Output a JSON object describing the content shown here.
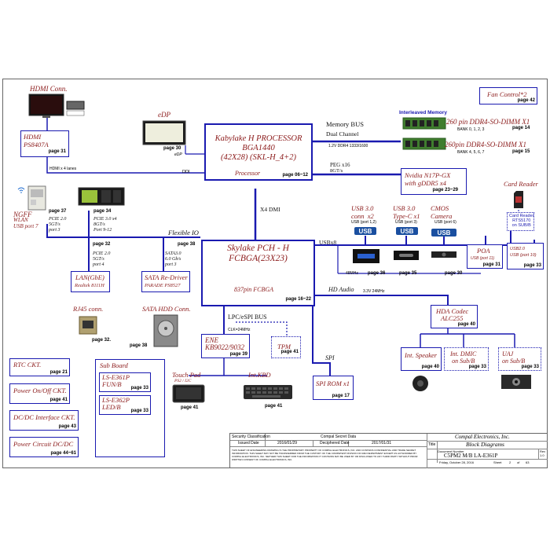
{
  "blocks": {
    "hdmi_conn": {
      "title": "HDMI Conn."
    },
    "edp": {
      "title": "eDP",
      "page": "page  30",
      "sub": "eDP"
    },
    "hdmi_ps": {
      "title": "HDMI\nPS8407A",
      "page": "page  31",
      "note": "HDMI x 4 lanes"
    },
    "cpu": {
      "title": "Kabylake H PROCESSOR",
      "line2": "BGA1440",
      "line3": "(42X28)  (SKL-H_4+2)",
      "sub": "Processor",
      "page": "page  06~12"
    },
    "ddi": {
      "label": "DDI"
    },
    "memory_bus": {
      "title": "Memory BUS",
      "sub": "Dual Channel",
      "spec": "1.2V DDR4 1333/1600"
    },
    "interleaved": {
      "label": "Interleaved  Memory"
    },
    "dimm1": {
      "title": "260 pin DDR4-SO-DIMM X1",
      "bank": "BANK 0, 1, 2, 3",
      "page": "page  14"
    },
    "dimm2": {
      "title": "260pin DDR4-SO-DIMM X1",
      "bank": "BANK 4, 5, 6, 7",
      "page": "page  15"
    },
    "fan": {
      "title": "Fan  Control*2",
      "page": "page  42"
    },
    "peg": {
      "label": "PEG  x16",
      "speed": "8GT/s"
    },
    "nvidia": {
      "title": "Nvidia  N17P-GX",
      "sub": "with gDDR5 x4",
      "page": "page  23~29"
    },
    "card_reader": {
      "title": "Card Reader"
    },
    "rts": {
      "label": "Card Reader\nRTS5170\non SUB/B"
    },
    "ngff": {
      "title": "NGFF",
      "sub": "WLAN",
      "usb": "USB port 7",
      "page": "page  37",
      "pcie": "PCIE 2.0\n5GT/s\nport 3"
    },
    "ssd": {
      "page": "page  34",
      "pcie": "PCIE 3.0 x4\n8GT/s\nPort 9-12"
    },
    "dmi": {
      "label": "X4 DMI"
    },
    "flexible": {
      "label": "Flexible IO"
    },
    "pch": {
      "title": "Skylake PCH - H",
      "line2": "FCBGA(23X23)",
      "sub": "837pin FCBGA",
      "page": "page  16~22"
    },
    "usbx8": {
      "label": "USBx8"
    },
    "usb30a": {
      "title": "USB 3.0\nconn  x2",
      "usb": "USB (port 1,2)",
      "page": "page  36",
      "speed": "48MHz"
    },
    "usbc": {
      "title": "USB 3.0\nType-C x1",
      "usb": "USB (port 3)",
      "page": "page  35"
    },
    "cmos": {
      "title": "CMOS\nCamera",
      "usb": "USB (port 6)",
      "page": "page  30"
    },
    "poa": {
      "title": "POA",
      "usb": "USB (port 11)",
      "page": "page  31"
    },
    "usb20": {
      "title": "USB2.0\nUSB (port 10)",
      "page": "page  33"
    },
    "lan": {
      "title": "LAN(GbE)",
      "sub": "Realtek  8111H",
      "pcie": "PCIE 2.0\n5GT/s\nport 4",
      "page": "page  32"
    },
    "sata_rd": {
      "title": "SATA Re-Driver",
      "sub": "PARADE  PS8527",
      "sata": "SATA3.0\n6.0 Gb/s\nport 3",
      "page": "page  38"
    },
    "rj45": {
      "title": "RJ45 conn.",
      "page": "page  32."
    },
    "sata_hdd": {
      "title": "SATA HDD Conn.",
      "page": "page  38"
    },
    "hd_audio": {
      "label": "HD Audio",
      "spec": "3.3V 24MHz"
    },
    "hda": {
      "title": "HDA Codec",
      "sub": "ALC255",
      "page": "page  40"
    },
    "lpc": {
      "label": "LPC/eSPI BUS",
      "spec": "CLK=24MHz"
    },
    "ene": {
      "title": "ENE",
      "sub": "KB9022/9032",
      "page": "page  39"
    },
    "tpm": {
      "title": "TPM",
      "page": "page  41"
    },
    "spi": {
      "label": "SPI"
    },
    "spi_rom": {
      "title": "SPI ROM x1",
      "page": "page  17"
    },
    "speaker": {
      "title": "Int. Speaker",
      "page": "page  40"
    },
    "dmic": {
      "title": "Int. DMIC\non Sub/B",
      "page": "page  33"
    },
    "uaj": {
      "title": "UAJ\non Sub/B",
      "page": "page  33"
    },
    "touchpad": {
      "title": "Touch Pad",
      "sub": "PS2 / I2C",
      "page": "page  41"
    },
    "kbd": {
      "title": "Int.KBD",
      "page": "page  41"
    },
    "rtc": {
      "title": "RTC CKT.",
      "page": "page  21"
    },
    "power": {
      "title": "Power On/Off CKT.",
      "page": "page  41"
    },
    "dcdc": {
      "title": "DC/DC Interface CKT.",
      "page": "page  43"
    },
    "pcircuit": {
      "title": "Power Circuit DC/DC",
      "page": "page  44~61"
    },
    "subboard": {
      "title": "Sub Board"
    },
    "ls361": {
      "title": "LS-E361P\nFUN/B",
      "page": "page  33"
    },
    "ls362": {
      "title": "LS-E362P\nLED/B",
      "page": "page  33"
    }
  },
  "title_block": {
    "security_label": "Security Classification",
    "security_value": "Compal Secret Data",
    "issued_label": "Issued Date",
    "issued_value": "2016/01/29",
    "deciphered_label": "Deciphered Date",
    "deciphered_value": "2017/01/31",
    "company": "Compal Electronics, Inc.",
    "title_label": "Title",
    "title_value": "Block Diagrams",
    "doc_label": "Document Number",
    "doc_value": "C5PM2 M/B LA-E361P",
    "rev_label": "Rev",
    "rev_value": "1.0",
    "date_value": "Friday, October 28, 2016",
    "sheet_label": "Sheet",
    "sheet_value": "2",
    "of_label": "of",
    "of_value": "63",
    "disclaimer": "THIS SHEET OF ENGINEERING DRAWING IS THE PROPRIETARY PROPERTY OF COMPAL ELECTRONICS, INC. AND CONTAINS CONFIDENTIAL AND TRADE SECRET INFORMATION. THIS SHEET MAY NOT BE TRANSFERRED FROM THE CUSTODY OF THE COMPETENT DIVISION OF R&D DEPARTMENT EXCEPT AS AUTHORIZED BY COMPAL ELECTRONICS, INC. NEITHER THIS SHEET NOR THE INFORMATION IT CONTAINS MAY BE USED BY OR DISCLOSED TO ANY THIRD PARTY WITHOUT PRIOR WRITTEN CONSENT OF COMPAL ELECTRONICS, INC."
  },
  "colors": {
    "box": "#1a1ab0",
    "title": "#8b1a1a",
    "wire": "#1a1ab0"
  }
}
